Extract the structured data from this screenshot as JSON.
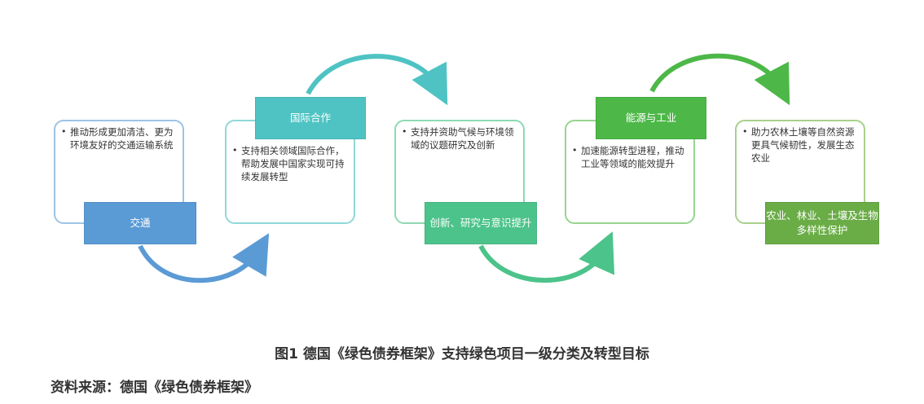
{
  "stages": [
    {
      "label": "交通",
      "text": "推动形成更加清洁、更为环境友好的交通运输系统",
      "color": "#5b9bd5",
      "border": "#9dc3e6"
    },
    {
      "label": "国际合作",
      "text": "支持相关领域国际合作，帮助发展中国家实现可持续发展转型",
      "color": "#4fc3c3",
      "border": "#8fd8d8"
    },
    {
      "label": "创新、研究与意识提升",
      "text": "支持并资助气候与环境领域的议题研究及创新",
      "color": "#4cc38a",
      "border": "#8fd9b3"
    },
    {
      "label": "能源与工业",
      "text": "加速能源转型进程，推动工业等领域的能效提升",
      "color": "#4db848",
      "border": "#95d58f"
    },
    {
      "label": "农业、林业、土壤及生物多样性保护",
      "text": "助力农林土壤等自然资源更具气候韧性，发展生态农业",
      "color": "#6aac46",
      "border": "#a8d08c"
    }
  ],
  "arrow_colors": [
    "#5b9bd5",
    "#4fc3c3",
    "#4cc38a",
    "#4db848"
  ],
  "bullet_char": "•",
  "caption": "图1  德国《绿色债券框架》支持绿色项目一级分类及转型目标",
  "source": "资料来源：德国《绿色债券框架》"
}
